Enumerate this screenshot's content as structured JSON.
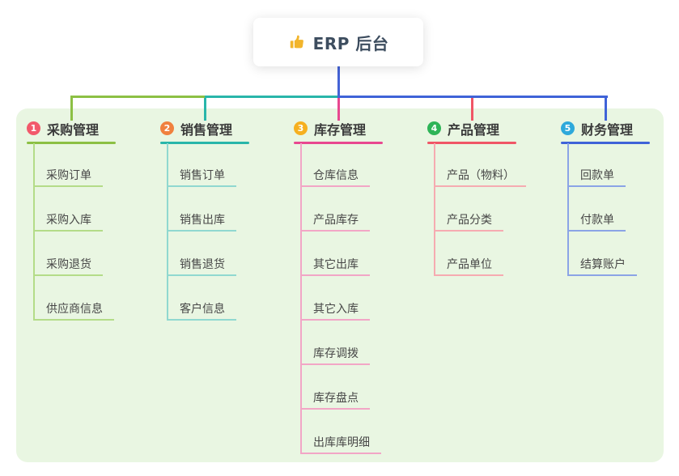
{
  "root": {
    "title": "ERP 后台",
    "icon": "thumbs-up-icon",
    "icon_color": "#f2b52c",
    "connector_color": "#4463d6"
  },
  "panel_color": "#e9f6e2",
  "branches": [
    {
      "badge": "1",
      "title": "采购管理",
      "badge_color": "#f2596b",
      "line_color": "#8cc044",
      "item_line_color": "#b4dc88",
      "items": [
        "采购订单",
        "采购入库",
        "采购退货",
        "供应商信息"
      ]
    },
    {
      "badge": "2",
      "title": "销售管理",
      "badge_color": "#f0813e",
      "line_color": "#29b6aa",
      "item_line_color": "#90d8d0",
      "items": [
        "销售订单",
        "销售出库",
        "销售退货",
        "客户信息"
      ]
    },
    {
      "badge": "3",
      "title": "库存管理",
      "badge_color": "#f6b01f",
      "line_color": "#e84890",
      "item_line_color": "#f2a6c6",
      "items": [
        "仓库信息",
        "产品库存",
        "其它出库",
        "其它入库",
        "库存调拨",
        "库存盘点",
        "出库库明细"
      ]
    },
    {
      "badge": "4",
      "title": "产品管理",
      "badge_color": "#2eb457",
      "line_color": "#f05666",
      "item_line_color": "#f6abb1",
      "items": [
        "产品（物料）",
        "产品分类",
        "产品单位"
      ]
    },
    {
      "badge": "5",
      "title": "财务管理",
      "badge_color": "#2ea9db",
      "line_color": "#3f63d8",
      "item_line_color": "#8ba4e6",
      "items": [
        "回款单",
        "付款单",
        "结算账户"
      ]
    }
  ]
}
